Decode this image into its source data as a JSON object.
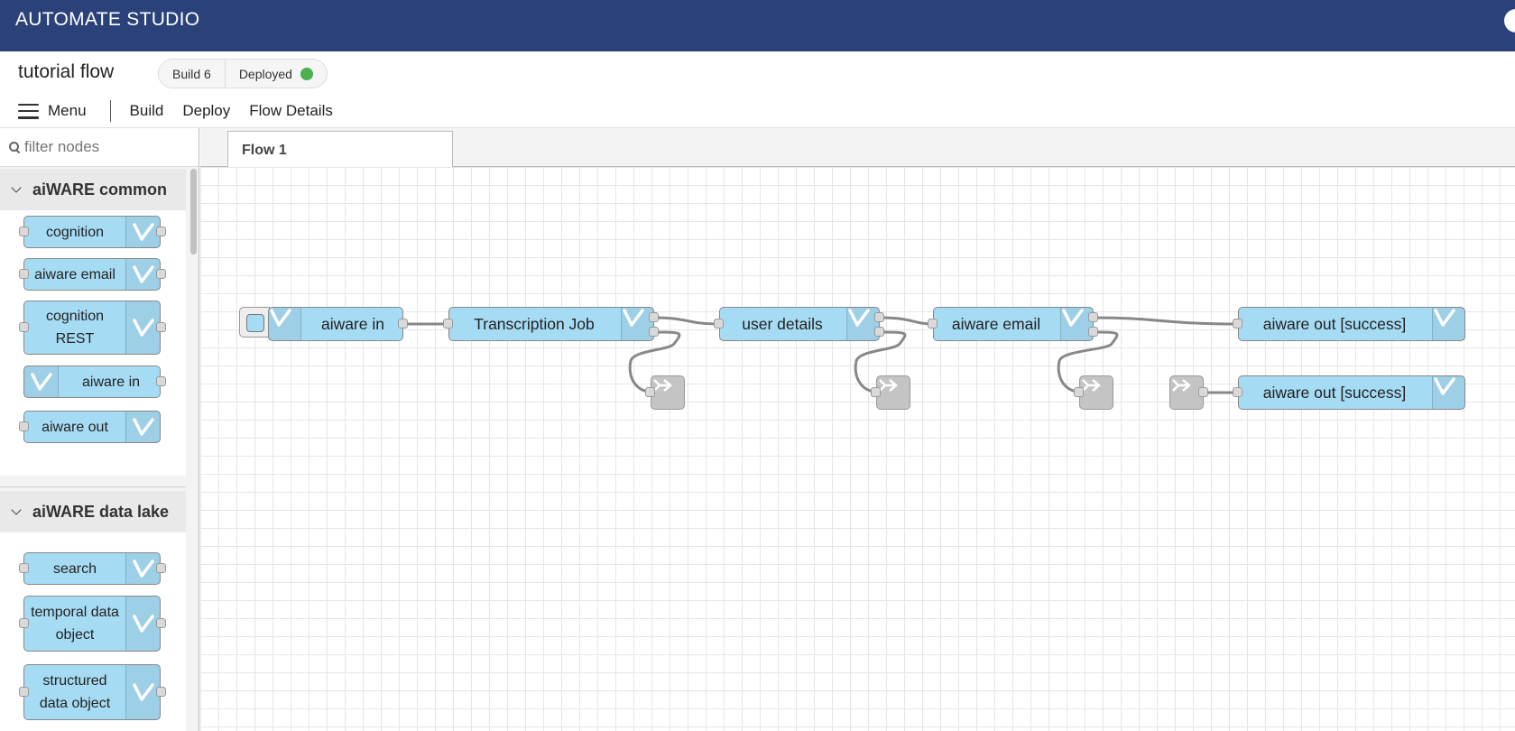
{
  "app": {
    "title": "AUTOMATE STUDIO"
  },
  "flow": {
    "name": "tutorial flow",
    "build_label": "Build 6",
    "status_label": "Deployed",
    "status_color": "#4caf50"
  },
  "toolbar": {
    "menu_label": "Menu",
    "tabs": [
      "Build",
      "Deploy",
      "Flow Details"
    ]
  },
  "palette": {
    "filter_placeholder": "filter nodes",
    "categories": [
      {
        "name": "aiWARE common",
        "nodes": [
          "cognition",
          "aiware email",
          "cognition REST",
          "aiware in",
          "aiware out"
        ]
      },
      {
        "name": "aiWARE data lake",
        "nodes": [
          "search",
          "temporal data object",
          "structured data object"
        ]
      }
    ]
  },
  "workspace": {
    "tabs": [
      "Flow 1"
    ],
    "nodes": [
      {
        "id": "n1",
        "label": "aiware in",
        "type": "aiware-in"
      },
      {
        "id": "n2",
        "label": "Transcription Job",
        "type": "cognition"
      },
      {
        "id": "n3",
        "label": "user details",
        "type": "function"
      },
      {
        "id": "n4",
        "label": "aiware email",
        "type": "aiware-email"
      },
      {
        "id": "n5",
        "label": "aiware out [success]",
        "type": "aiware-out"
      },
      {
        "id": "n6",
        "label": "aiware out [success]",
        "type": "aiware-out"
      }
    ],
    "link_nodes": [
      "link-out",
      "link-out",
      "link-out",
      "link-in"
    ]
  },
  "colors": {
    "header": "#2a4279",
    "node": "#a6dbf4",
    "link_node": "#c4c4c4",
    "wire": "#888888"
  }
}
